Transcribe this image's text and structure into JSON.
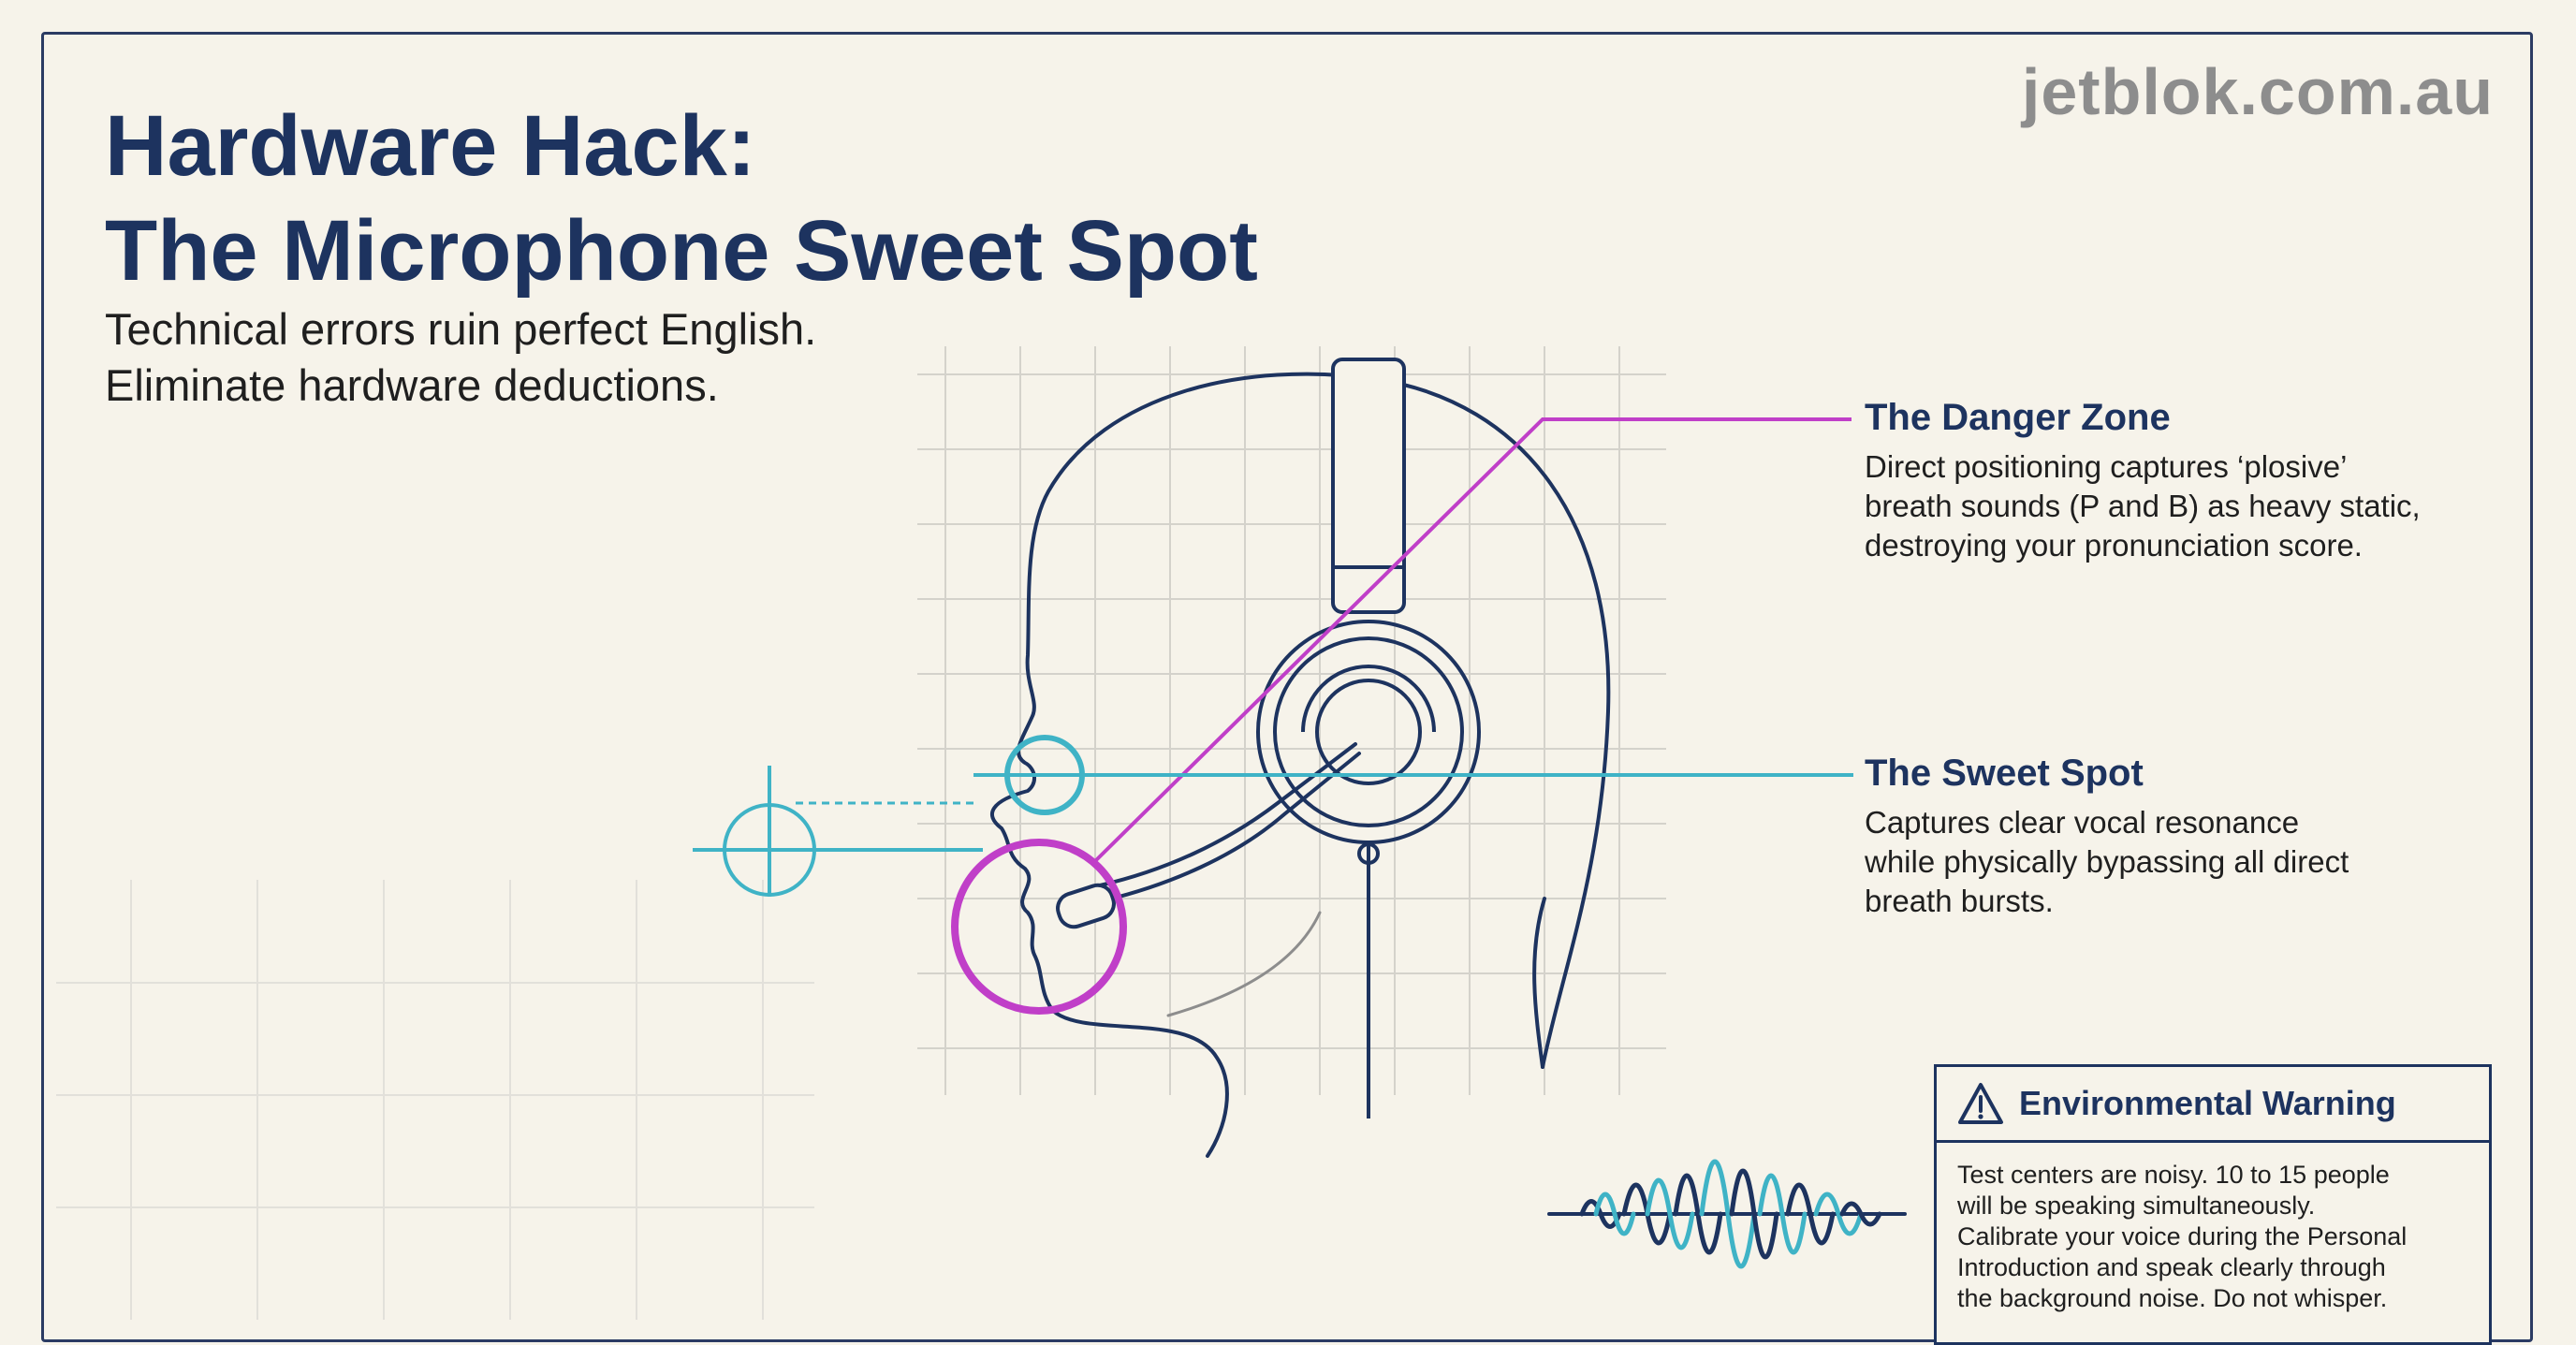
{
  "watermark": "jetblok.com.au",
  "title": {
    "line1": "Hardware Hack:",
    "line2": "The Microphone Sweet Spot"
  },
  "subtitle": {
    "line1": "Technical errors ruin perfect English.",
    "line2": "Eliminate hardware deductions."
  },
  "danger_zone": {
    "heading": "The Danger Zone",
    "lines": [
      "Direct positioning captures ‘plosive’",
      "breath sounds (P and B) as heavy static,",
      "destroying your pronunciation score."
    ]
  },
  "sweet_spot": {
    "heading": "The Sweet Spot",
    "lines": [
      "Captures clear vocal resonance",
      "while physically bypassing all direct",
      "breath bursts."
    ]
  },
  "warning": {
    "icon": "warning-triangle-icon",
    "heading": "Environmental Warning",
    "lines": [
      "Test centers are noisy. 10 to 15 people",
      "will be speaking simultaneously.",
      "Calibrate your voice during the Personal",
      "Introduction and speak clearly through",
      "the background noise. Do not whisper."
    ]
  },
  "colors": {
    "navy": "#1d335f",
    "magenta": "#c03fc8",
    "teal": "#3fb3c6",
    "background": "#f6f3ea"
  }
}
